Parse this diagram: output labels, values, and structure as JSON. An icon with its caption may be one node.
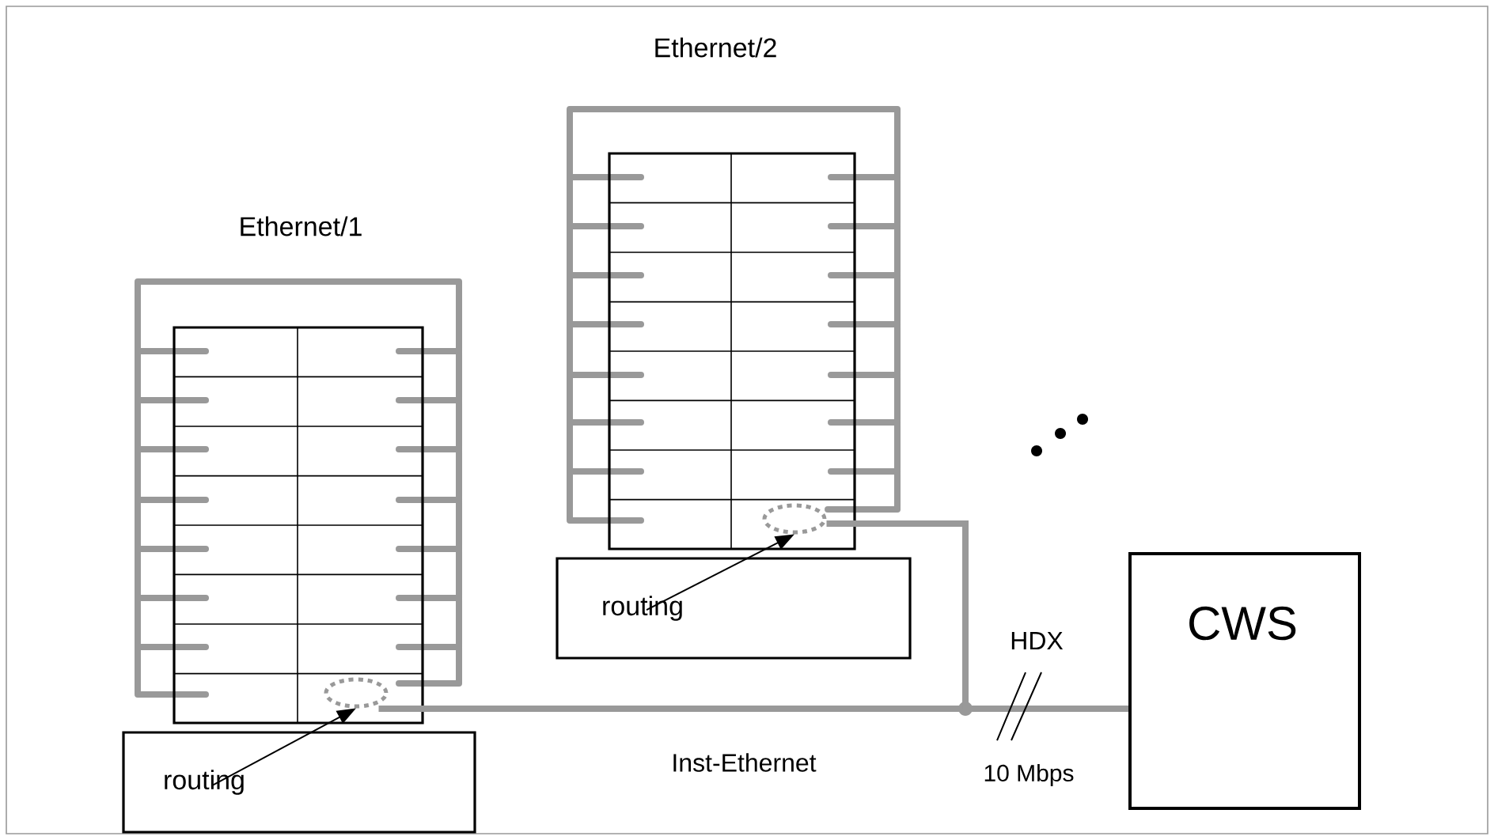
{
  "diagram": {
    "nodes": [
      {
        "text": [
          "Ethernet/1"
        ]
      },
      {
        "text": [
          "routing"
        ]
      },
      {
        "text": [],
        "shape": "ellipse",
        "in": 0
      },
      {
        "text": [
          "Ethernet/2"
        ]
      },
      {
        "text": [
          "routing"
        ]
      },
      {
        "text": [],
        "shape": "ellipse",
        "in": 3
      },
      {
        "text": [
          "CWS"
        ]
      },
      {
        "text": [],
        "shape": "circle"
      }
    ],
    "edges": [
      {
        "from": 1,
        "to": 2,
        "arrow": "to",
        "color": "#000000"
      },
      {
        "from": 4,
        "to": 5,
        "arrow": "to",
        "color": "#000000"
      },
      {
        "from": 2,
        "to": 7,
        "arrow": "none",
        "label": "Inst-Ethernet"
      },
      {
        "from": 5,
        "to": 7,
        "arrow": "none"
      },
      {
        "from": 7,
        "to": 6,
        "arrow": "none",
        "label": "HDX"
      }
    ],
    "labels": [
      "10 Mbps"
    ]
  }
}
